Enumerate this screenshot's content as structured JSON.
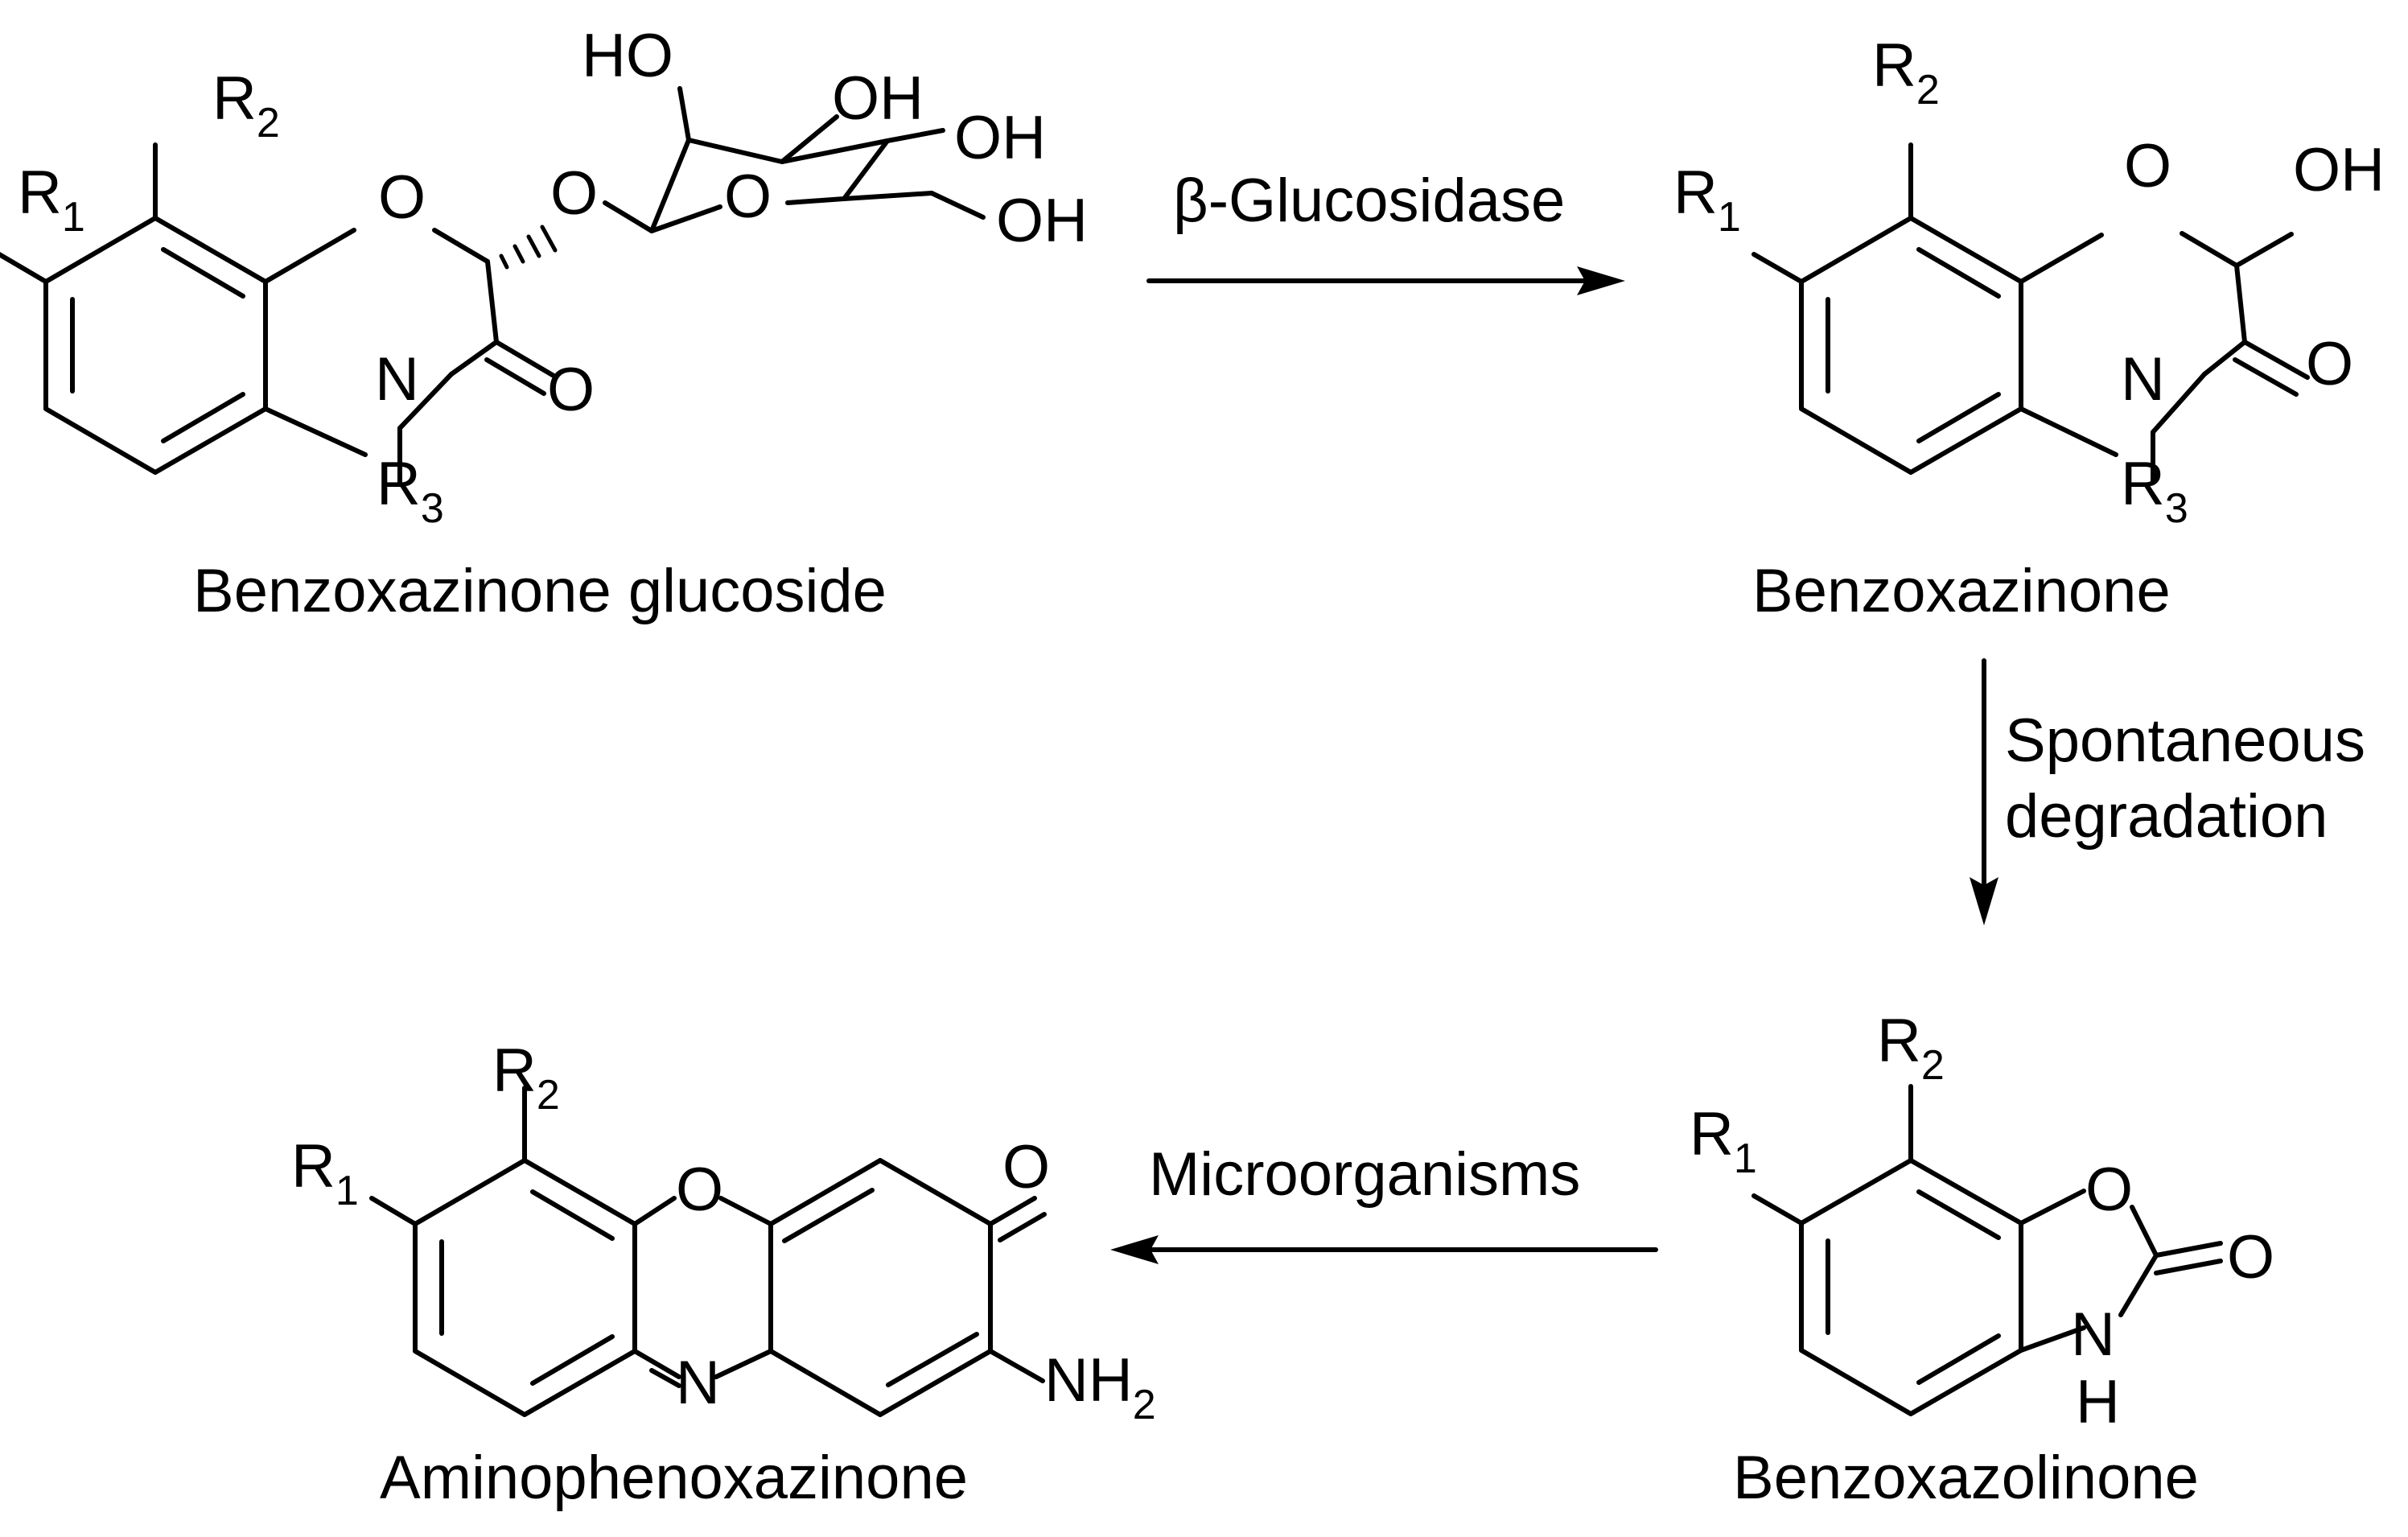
{
  "compounds": {
    "glucoside": {
      "name": "Benzoxazinone glucoside"
    },
    "benzoxazinone": {
      "name": "Benzoxazinone"
    },
    "benzoxazolinone": {
      "name": "Benzoxazolinone"
    },
    "aminophenoxazinone": {
      "name": "Aminophenoxazinone"
    }
  },
  "atoms": {
    "r": "R",
    "r1_sub": "1",
    "r2_sub": "2",
    "r3_sub": "3",
    "o": "O",
    "n": "N",
    "h": "H",
    "oh": "OH",
    "ho": "HO",
    "nh2_main": "NH",
    "nh2_sub": "2"
  },
  "arrows": {
    "step1": {
      "label": "β-Glucosidase"
    },
    "step2": {
      "label_line1": "Spontaneous",
      "label_line2": "degradation"
    },
    "step3": {
      "label": "Microorganisms"
    }
  }
}
